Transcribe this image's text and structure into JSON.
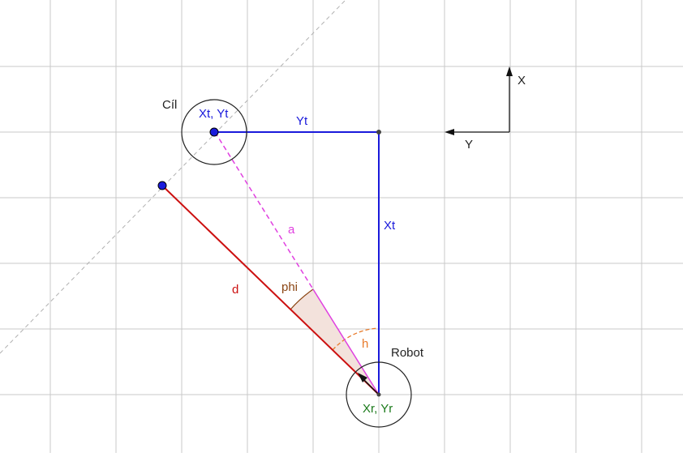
{
  "labels": {
    "target_title": "Cíl",
    "target_coords": "Xt, Yt",
    "robot_title": "Robot",
    "robot_coords": "Xr, Yr",
    "yt": "Yt",
    "xt": "Xt",
    "a": "a",
    "d": "d",
    "phi": "phi",
    "h": "h",
    "axis_x": "X",
    "axis_y": "Y"
  },
  "colors": {
    "grid": "#c8c8c8",
    "blue": "#1a1adb",
    "red": "#cc1010",
    "magenta": "#e040e0",
    "orange": "#e87a2a",
    "brown": "#8b4513",
    "green": "#1b7a1b",
    "black": "#222222",
    "guide": "#b0b0b0",
    "wedge_fill": "#f3e2dc"
  }
}
